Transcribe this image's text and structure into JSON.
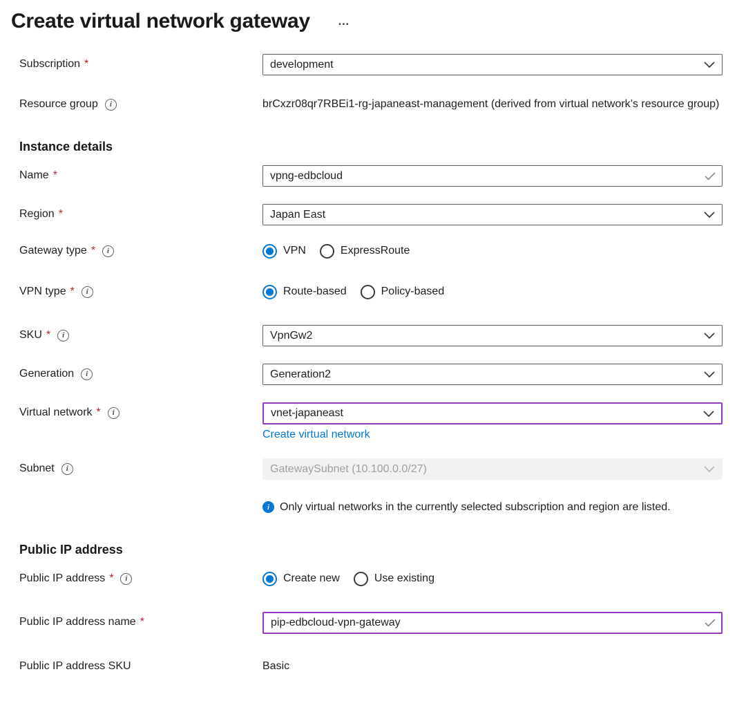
{
  "ui": {
    "title": "Create virtual network gateway",
    "more_options_label": "…",
    "required_marker": "*",
    "info_glyph": "i",
    "sections": {
      "instance_details": "Instance details",
      "public_ip": "Public IP address"
    },
    "colors": {
      "accent_blue": "#0078d4",
      "focus_purple": "#8f3cc3",
      "required_red": "#a4262c",
      "input_border_gray": "#605e5c",
      "disabled_bg": "#f3f2f1",
      "disabled_text": "#a19f9d"
    },
    "icons": {
      "chevron_down": "chevron-down",
      "checkmark": "checkmark",
      "info": "info-circle"
    }
  },
  "fields": {
    "subscription": {
      "label": "Subscription",
      "value": "development"
    },
    "resource_group": {
      "label": "Resource group",
      "value": "brCxzr08qr7RBEi1-rg-japaneast-management (derived from virtual network’s resource group)"
    },
    "name": {
      "label": "Name",
      "value": "vpng-edbcloud"
    },
    "region": {
      "label": "Region",
      "value": "Japan East"
    },
    "gateway_type": {
      "label": "Gateway type",
      "options": [
        "VPN",
        "ExpressRoute"
      ],
      "selected": "VPN"
    },
    "vpn_type": {
      "label": "VPN type",
      "options": [
        "Route-based",
        "Policy-based"
      ],
      "selected": "Route-based"
    },
    "sku": {
      "label": "SKU",
      "value": "VpnGw2"
    },
    "generation": {
      "label": "Generation",
      "value": "Generation2"
    },
    "virtual_network": {
      "label": "Virtual network",
      "value": "vnet-japaneast",
      "link_label": "Create virtual network"
    },
    "subnet": {
      "label": "Subnet",
      "value": "GatewaySubnet (10.100.0.0/27)",
      "disabled": true
    },
    "public_ip": {
      "label": "Public IP address",
      "options": [
        "Create new",
        "Use existing"
      ],
      "selected": "Create new"
    },
    "public_ip_name": {
      "label": "Public IP address name",
      "value": "pip-edbcloud-vpn-gateway"
    },
    "public_ip_sku": {
      "label": "Public IP address SKU",
      "value": "Basic"
    }
  },
  "notes": {
    "vnet_note": "Only virtual networks in the currently selected subscription and region are listed."
  }
}
